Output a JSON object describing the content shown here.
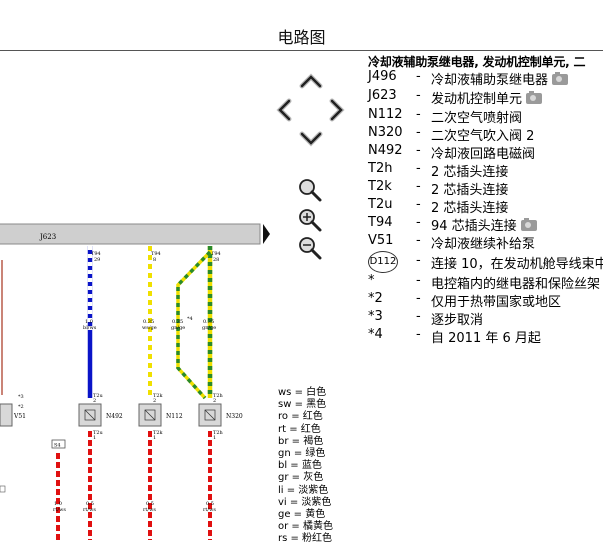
{
  "page": {
    "title": "电路图"
  },
  "nav": {
    "up": "up-arrow-icon",
    "down": "down-arrow-icon",
    "left": "left-arrow-icon",
    "right": "right-arrow-icon",
    "zoom_fit": "zoom-fit-icon",
    "zoom_in": "zoom-in-icon",
    "zoom_out": "zoom-out-icon"
  },
  "diagram": {
    "unit": "J623",
    "pins": [
      "T94/29",
      "T94/8",
      "T94/28"
    ],
    "pin_num": [
      "29",
      "8",
      "28"
    ],
    "pin_conn": [
      "T94",
      "T94",
      "T94"
    ],
    "wires_top": [
      {
        "size": "1.0",
        "color": "bl/ws"
      },
      {
        "size": "0.35",
        "color": "ws/ge"
      },
      {
        "size": "0.35",
        "color": "gn/ge"
      },
      {
        "size": "0.35",
        "color": "gn/ge"
      }
    ],
    "component_labels": [
      "V51",
      "N492",
      "N112",
      "N320"
    ],
    "connectors": [
      "T2u",
      "T2k",
      "T2h"
    ],
    "connector_pins_top": [
      "2",
      "2",
      "2"
    ],
    "connector_pins_bot": [
      "1",
      "1",
      "1"
    ],
    "wires_bottom": [
      {
        "size": "1.0",
        "color": "rt/ws"
      },
      {
        "size": "0.5",
        "color": "rt/ws"
      },
      {
        "size": "0.5",
        "color": "rt/ws"
      },
      {
        "size": "0.5",
        "color": "rt/ws"
      }
    ],
    "notes": [
      "*3",
      "*2",
      "*4"
    ],
    "small_box": "S4"
  },
  "legend": {
    "header": "冷却液辅助泵继电器, 发动机控制单元, 二",
    "items": [
      {
        "code": "J496",
        "desc": "冷却液辅助泵继电器",
        "camera": true
      },
      {
        "code": "J623",
        "desc": "发动机控制单元",
        "camera": true
      },
      {
        "code": "N112",
        "desc": "二次空气喷射阀",
        "camera": false
      },
      {
        "code": "N320",
        "desc": "二次空气吹入阀 2",
        "camera": false
      },
      {
        "code": "N492",
        "desc": "冷却液回路电磁阀",
        "camera": false
      },
      {
        "code": "T2h",
        "desc": "2 芯插头连接",
        "camera": false
      },
      {
        "code": "T2k",
        "desc": "2 芯插头连接",
        "camera": false
      },
      {
        "code": "T2u",
        "desc": "2 芯插头连接",
        "camera": false
      },
      {
        "code": "T94",
        "desc": "94 芯插头连接",
        "camera": true
      },
      {
        "code": "V51",
        "desc": "冷却液继续补给泵",
        "camera": false
      },
      {
        "code": "D112",
        "desc": "连接 10，在发动机舱导线束中",
        "camera": false,
        "circled": true
      },
      {
        "code": "*",
        "desc": "电控箱内的继电器和保险丝架",
        "camera": false
      },
      {
        "code": "*2",
        "desc": "仅用于热带国家或地区",
        "camera": false
      },
      {
        "code": "*3",
        "desc": "逐步取消",
        "camera": false
      },
      {
        "code": "*4",
        "desc": "自 2011 年 6 月起",
        "camera": false
      }
    ],
    "dash": "-"
  },
  "color_codes": [
    "ws = 白色",
    "sw = 黑色",
    "ro = 红色",
    "rt = 红色",
    "br = 褐色",
    "gn = 绿色",
    "bl = 蓝色",
    "gr = 灰色",
    "li = 淡紫色",
    "vi = 淡紫色",
    "ge = 黄色",
    "or = 橘黄色",
    "rs = 粉红色"
  ],
  "colors": {
    "blue": "#0a14c8",
    "red": "#e01010",
    "green": "#2a8a2a",
    "yellow": "#f0e000",
    "bar": "#cfcfcf"
  }
}
